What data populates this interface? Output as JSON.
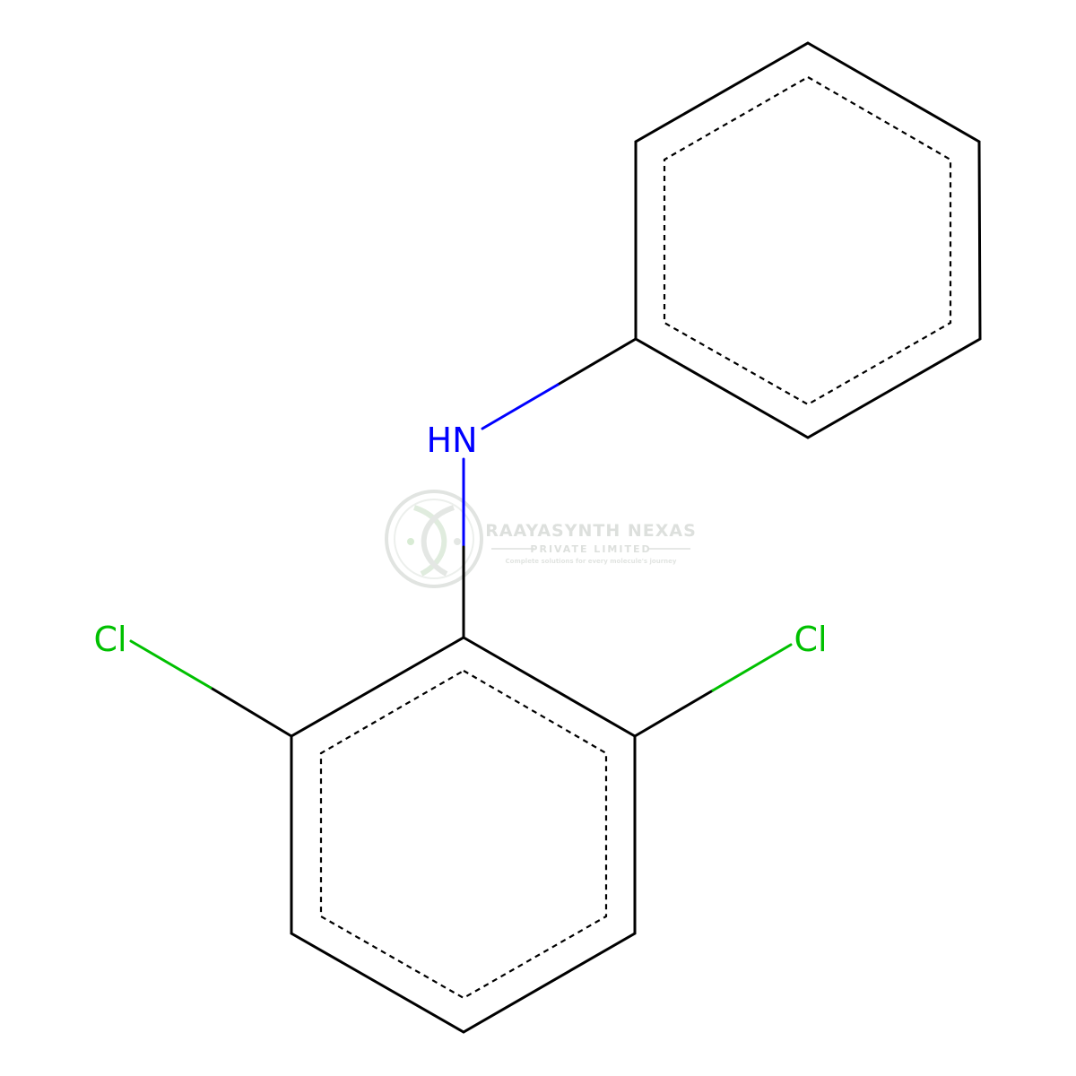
{
  "molecule": {
    "atoms": {
      "amine": {
        "label": "HN",
        "color": "#0000ff"
      },
      "chlorine_left": {
        "label": "Cl",
        "color": "#00c000"
      },
      "chlorine_right": {
        "label": "Cl",
        "color": "#00c000"
      }
    },
    "bond_color": "#000000"
  },
  "watermark": {
    "company": "RAAYASYNTH NEXAS",
    "entity": "PRIVATE LIMITED",
    "tagline": "Complete solutions for every molecule's journey",
    "color": "#bcc3bc",
    "icon": "helix-logo-icon"
  }
}
